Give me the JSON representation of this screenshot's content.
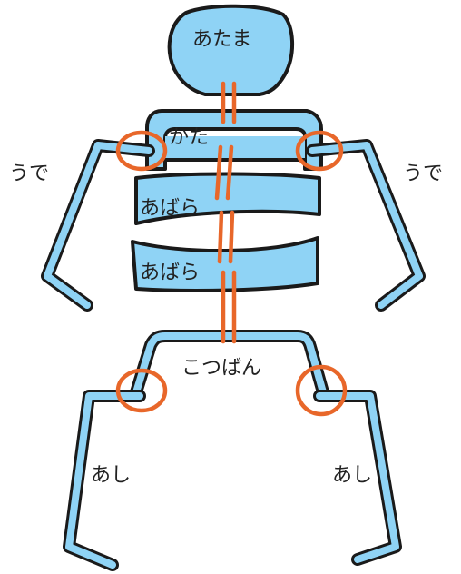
{
  "labels": {
    "head": "あたま",
    "shoulder": "かた",
    "arm_left": "うで",
    "arm_right": "うで",
    "rib_upper": "あばら",
    "rib_lower": "あばら",
    "pelvis": "こつばん",
    "leg_left": "あし",
    "leg_right": "あし"
  },
  "colors": {
    "bone": "#8fd3f5",
    "outline": "#1a1a1a",
    "joint": "#e8672a"
  }
}
